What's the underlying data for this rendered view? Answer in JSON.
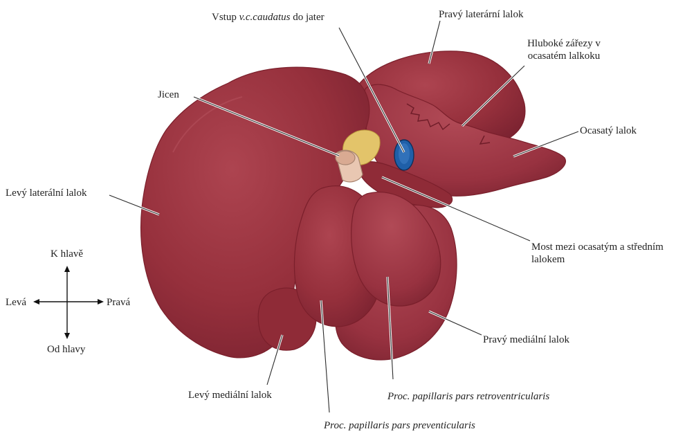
{
  "labels": {
    "vstup_pre": "Vstup ",
    "vstup_ital": "v.c.caudatus",
    "vstup_post": " do jater",
    "pravy_lateralni": "Pravý laterární lalok",
    "hluboke_zarezy": "Hluboké zářezy v ocasatém lalkoku",
    "jicen": "Jicen",
    "ocasaty": "Ocasatý lalok",
    "levy_lateralni": "Levý laterální lalok",
    "most": "Most mezi ocasatým a středním lalokem",
    "pravy_medialni": "Pravý mediální lalok",
    "levy_medialni": "Levý mediální lalok",
    "retroventricularis": "Proc. papillaris pars retroventricularis",
    "preventricularis": "Proc. papillaris pars preventicularis"
  },
  "orientation": {
    "up": "K hlavě",
    "down": "Od hlavy",
    "left": "Levá",
    "right": "Pravá"
  },
  "colors": {
    "liver": "#96303c",
    "liver_highlight": "#b04a55",
    "liver_shadow": "#6e1c28",
    "vena_cava": "#1f5fa8",
    "esophagus": "#e9c7b2",
    "fat": "#e3c46a"
  }
}
